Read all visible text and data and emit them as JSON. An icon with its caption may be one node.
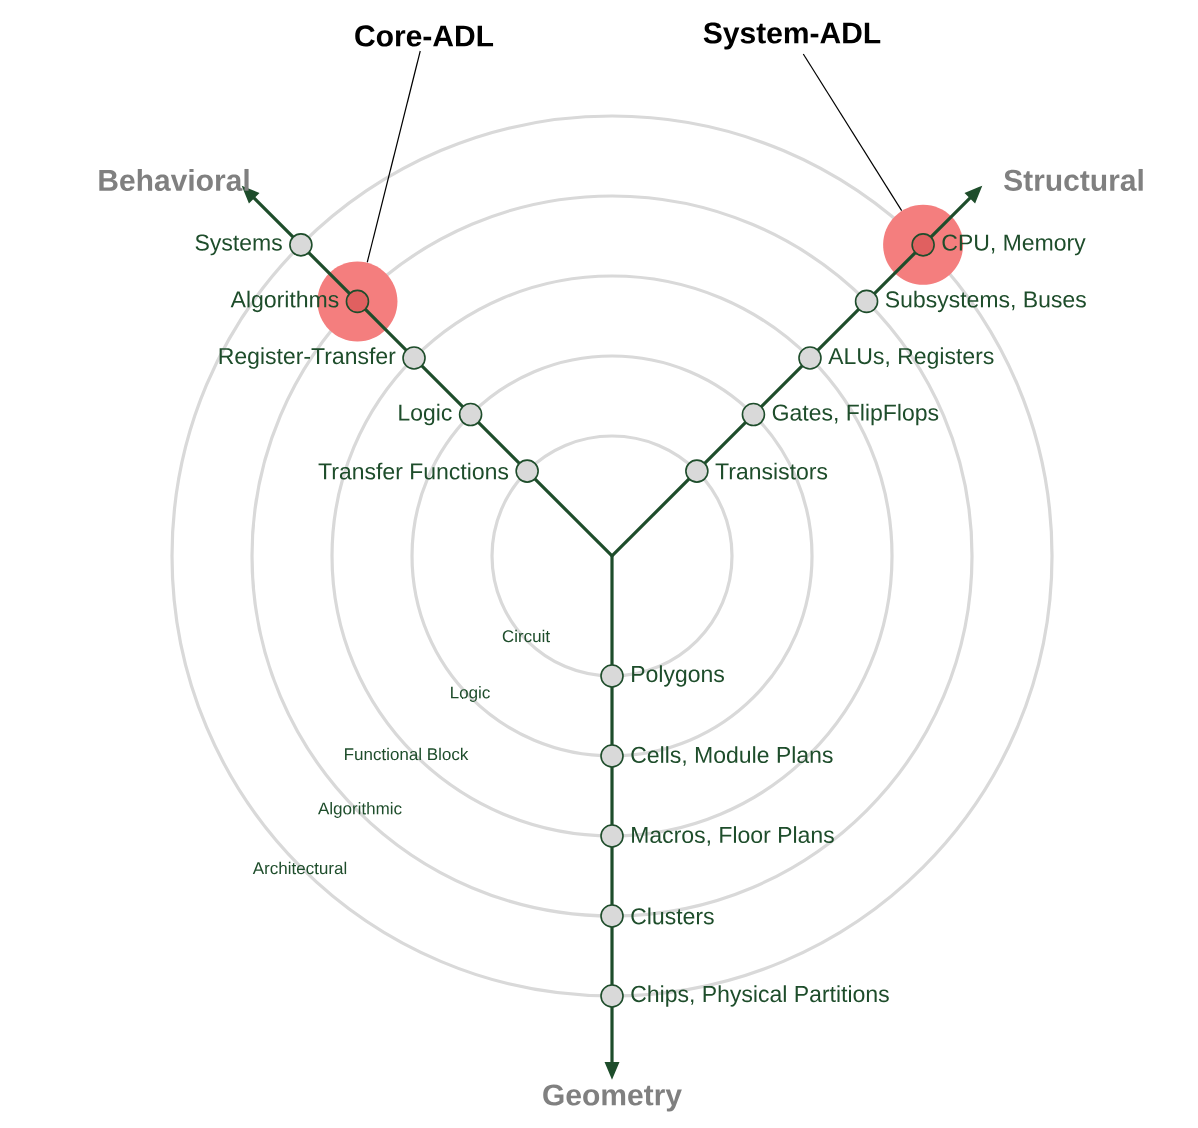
{
  "diagram": {
    "nodes": [
      {
        "text": [
          "Core-ADL"
        ]
      },
      {
        "text": [],
        "shape": "circle"
      },
      {
        "text": [
          "System-ADL"
        ]
      },
      {
        "text": [],
        "shape": "circle"
      },
      {
        "text": [],
        "shape": "circle",
        "beside": [
          "Systems"
        ]
      },
      {
        "text": [],
        "shape": "circle",
        "beside": [
          "Algorithms"
        ],
        "in": 1
      },
      {
        "text": [],
        "shape": "circle",
        "beside": [
          "Register-Transfer"
        ]
      },
      {
        "text": [],
        "shape": "circle",
        "beside": [
          "Logic"
        ]
      },
      {
        "text": [],
        "shape": "circle",
        "beside": [
          "Transfer Functions"
        ]
      },
      {
        "text": [],
        "shape": "circle",
        "beside": [
          "CPU, Memory"
        ],
        "in": 3
      },
      {
        "text": [],
        "shape": "circle",
        "beside": [
          "Subsystems, Buses"
        ]
      },
      {
        "text": [],
        "shape": "circle",
        "beside": [
          "ALUs, Registers"
        ]
      },
      {
        "text": [],
        "shape": "circle",
        "beside": [
          "Gates, FlipFlops"
        ]
      },
      {
        "text": [],
        "shape": "circle",
        "beside": [
          "Transistors"
        ]
      },
      {
        "text": [],
        "shape": "circle",
        "beside": [
          "Polygons"
        ]
      },
      {
        "text": [],
        "shape": "circle",
        "beside": [
          "Cells, Module Plans"
        ]
      },
      {
        "text": [],
        "shape": "circle",
        "beside": [
          "Macros, Floor Plans"
        ]
      },
      {
        "text": [],
        "shape": "circle",
        "beside": [
          "Clusters"
        ]
      },
      {
        "text": [],
        "shape": "circle",
        "beside": [
          "Chips, Physical Partitions"
        ]
      }
    ],
    "edges": [
      {
        "from": 0,
        "to": 1,
        "arrow": "none"
      },
      {
        "from": 2,
        "to": 3,
        "arrow": "none"
      }
    ],
    "labels": [
      "Behavioral",
      "Structural",
      "Circuit",
      "Logic",
      "Functional Block",
      "Algorithmic",
      "Architectural",
      "Geometry"
    ]
  }
}
